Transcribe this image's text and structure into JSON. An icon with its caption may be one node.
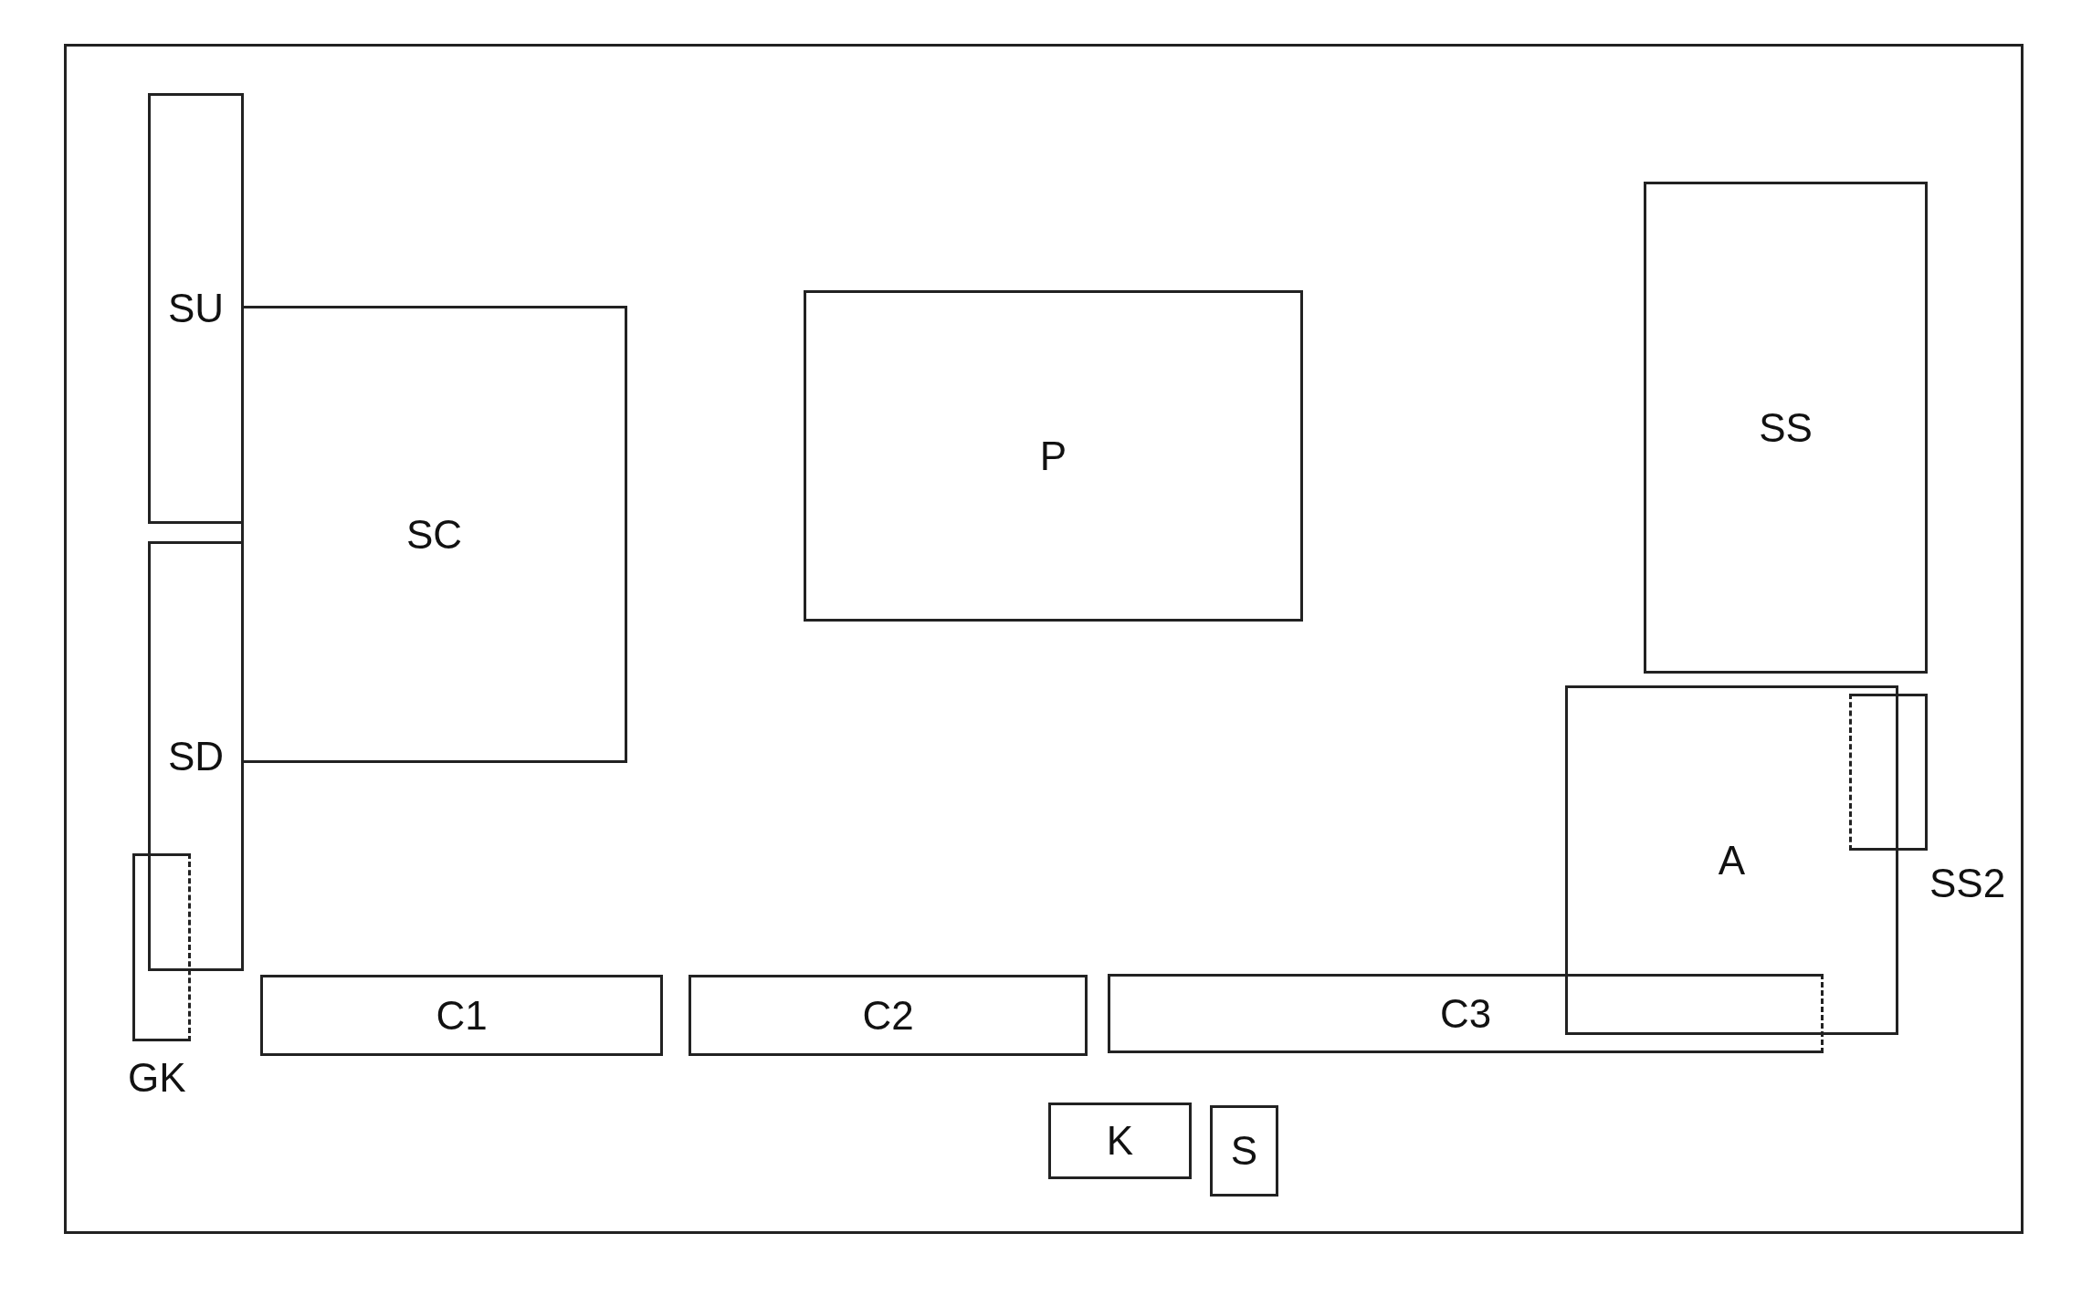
{
  "diagram": {
    "nodes": [
      {
        "text": [
          "SU"
        ]
      },
      {
        "text": [
          "SC"
        ]
      },
      {
        "text": [
          "P"
        ]
      },
      {
        "text": [
          "SS"
        ]
      },
      {
        "text": [
          "SD"
        ]
      },
      {
        "text": [
          "A"
        ]
      },
      {
        "text": [
          "SS2"
        ]
      },
      {
        "text": [
          "GK"
        ]
      },
      {
        "text": [
          "C1"
        ]
      },
      {
        "text": [
          "C2"
        ]
      },
      {
        "text": [
          "C3"
        ]
      },
      {
        "text": [
          "K"
        ]
      },
      {
        "text": [
          "S"
        ]
      }
    ]
  }
}
